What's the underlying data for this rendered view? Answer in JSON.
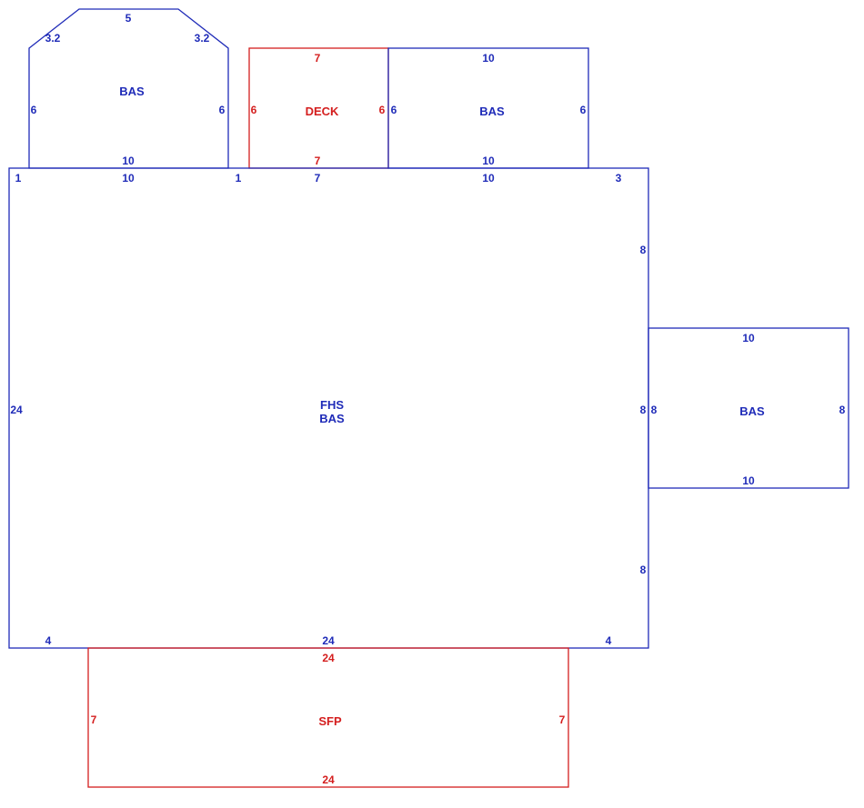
{
  "colors": {
    "main_area": "#1f2bb8",
    "secondary_area": "#d41e1e"
  },
  "areas": {
    "bas_octagon": {
      "label": "BAS",
      "dims": {
        "top": "5",
        "top_left": "3.2",
        "top_right": "3.2",
        "left": "6",
        "right": "6",
        "bottom": "10"
      }
    },
    "deck": {
      "label": "DECK",
      "dims": {
        "top": "7",
        "left": "6",
        "right": "6",
        "bottom": "7"
      }
    },
    "bas_top_right": {
      "label": "BAS",
      "dims": {
        "top": "10",
        "left": "6",
        "right": "6",
        "bottom": "10"
      }
    },
    "main": {
      "label_line1": "FHS",
      "label_line2": "BAS",
      "dims": {
        "top_left_1": "1",
        "top_10": "10",
        "top_1": "1",
        "top_7": "7",
        "top_10b": "10",
        "top_3": "3",
        "right_8a": "8",
        "right_8b": "8",
        "right_8c": "8",
        "left": "24",
        "bottom_left_4": "4",
        "bottom_24": "24",
        "bottom_right_4": "4"
      }
    },
    "bas_side": {
      "label": "BAS",
      "dims": {
        "top": "10",
        "left": "8",
        "right": "8",
        "bottom": "10"
      }
    },
    "sfp": {
      "label": "SFP",
      "dims": {
        "top": "24",
        "left": "7",
        "right": "7",
        "bottom": "24"
      }
    }
  }
}
